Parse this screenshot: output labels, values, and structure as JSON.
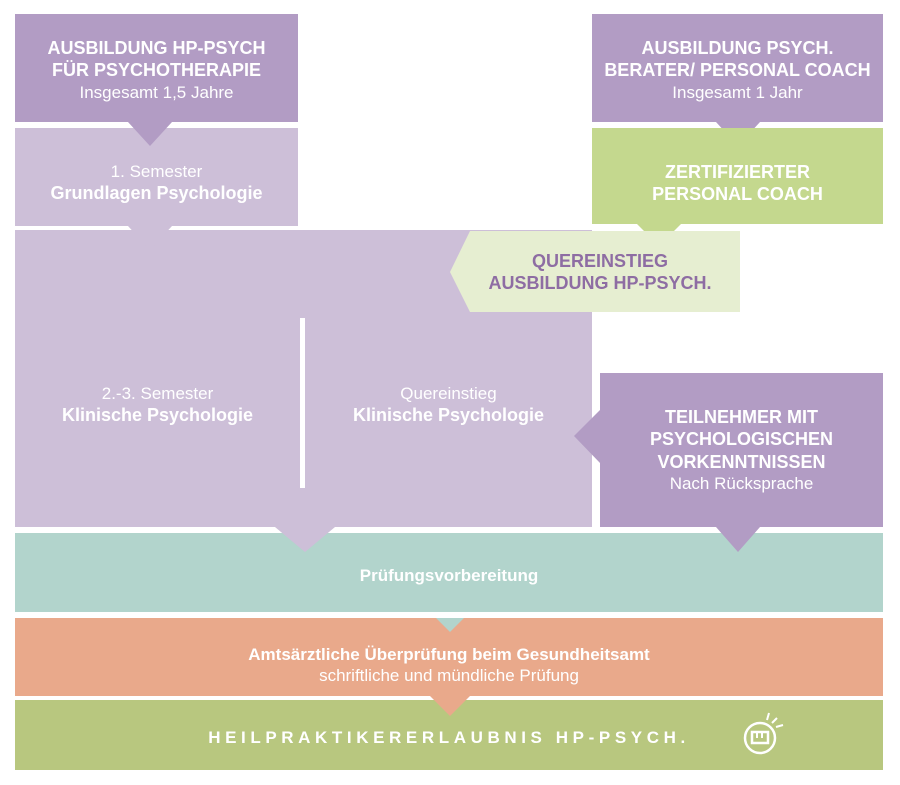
{
  "colors": {
    "purple_dark": "#b29cc4",
    "purple_light": "#cdbfd8",
    "green": "#c4d88e",
    "green_light": "#e6eed1",
    "teal": "#b2d4cc",
    "salmon": "#e9a98b",
    "olive": "#b8c77f",
    "text_purple": "#8e6da3",
    "text_white": "#ffffff"
  },
  "hp_psych": {
    "title_line1": "AUSBILDUNG HP-PSYCH",
    "title_line2": "FÜR PSYCHOTHERAPIE",
    "duration": "Insgesamt 1,5 Jahre"
  },
  "semester1": {
    "line1": "1. Semester",
    "line2": "Grundlagen Psychologie"
  },
  "coach": {
    "title_line1": "AUSBILDUNG PSYCH.",
    "title_line2": "BERATER/ PERSONAL COACH",
    "duration": "Insgesamt 1 Jahr"
  },
  "certified": {
    "line1": "ZERTIFIZIERTER",
    "line2": "PERSONAL COACH"
  },
  "quereinstieg": {
    "line1": "QUEREINSTIEG",
    "line2": "AUSBILDUNG HP-PSYCH."
  },
  "semester23": {
    "line1": "2.-3. Semester",
    "line2": "Klinische Psychologie"
  },
  "quereinstieg_klinisch": {
    "line1": "Quereinstieg",
    "line2": "Klinische Psychologie"
  },
  "teilnehmer": {
    "line1": "TEILNEHMER MIT",
    "line2": "PSYCHOLOGISCHEN",
    "line3": "VORKENNTNISSEN",
    "line4": "Nach Rücksprache"
  },
  "pruefungsvorbereitung": {
    "label": "Prüfungsvorbereitung"
  },
  "amtsaerztlich": {
    "line1": "Amtsärztliche Überprüfung beim Gesundheitsamt",
    "line2": "schriftliche und mündliche Prüfung"
  },
  "heilpraktiker": {
    "label": "HEILPRAKTIKERERLAUBNIS HP-PSYCH.",
    "icon": "raised-fist-icon"
  }
}
